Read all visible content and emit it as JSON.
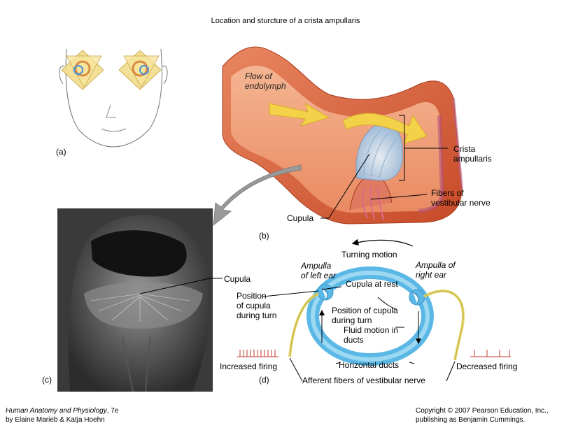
{
  "title": "Location and sturcture of a crista ampullaris",
  "panels": {
    "a": "(a)",
    "b": "(b)",
    "c": "(c)",
    "d": "(d)"
  },
  "panel_b": {
    "flow_label": [
      "Flow of",
      "endolymph"
    ],
    "crista_label": [
      "Crista",
      "ampullaris"
    ],
    "fibers_label": [
      "Fibers of",
      "vestibular nerve"
    ],
    "cupula_label": "Cupula"
  },
  "panel_c": {
    "cupula_label": "Cupula"
  },
  "panel_d": {
    "turning_motion": "Turning motion",
    "ampulla_left": [
      "Ampulla",
      "of left ear"
    ],
    "ampulla_right": [
      "Ampulla of",
      "right ear"
    ],
    "cupula_at_rest": "Cupula at rest",
    "position_left": [
      "Position",
      "of cupula",
      "during turn"
    ],
    "position_right": [
      "Position of cupula",
      "during turn"
    ],
    "fluid_motion": [
      "Fluid motion in",
      "ducts"
    ],
    "horizontal_ducts": "Horizontal ducts",
    "increased_firing": "Increased firing",
    "decreased_firing": "Decreased firing",
    "afferent": "Afferent fibers of vestibular nerve"
  },
  "footer": {
    "book_title": "Human Anatomy and Physiology",
    "edition": ", 7e",
    "authors": "by Elaine Marieb & Katja Hoehn",
    "copyright": "Copyright © 2007 Pearson Education, Inc.,",
    "publisher": "publishing as Benjamin Cummings."
  },
  "colors": {
    "canal_wall": "#d9603a",
    "canal_inner": "#f2a07a",
    "flow_arrow": "#f3d24a",
    "duct_blue": "#5bb8e6",
    "duct_light": "#c9ecfb",
    "nerve_yellow": "#e8d870",
    "firing_red": "#c0392b",
    "sem_gray": "#6d6d6d"
  }
}
